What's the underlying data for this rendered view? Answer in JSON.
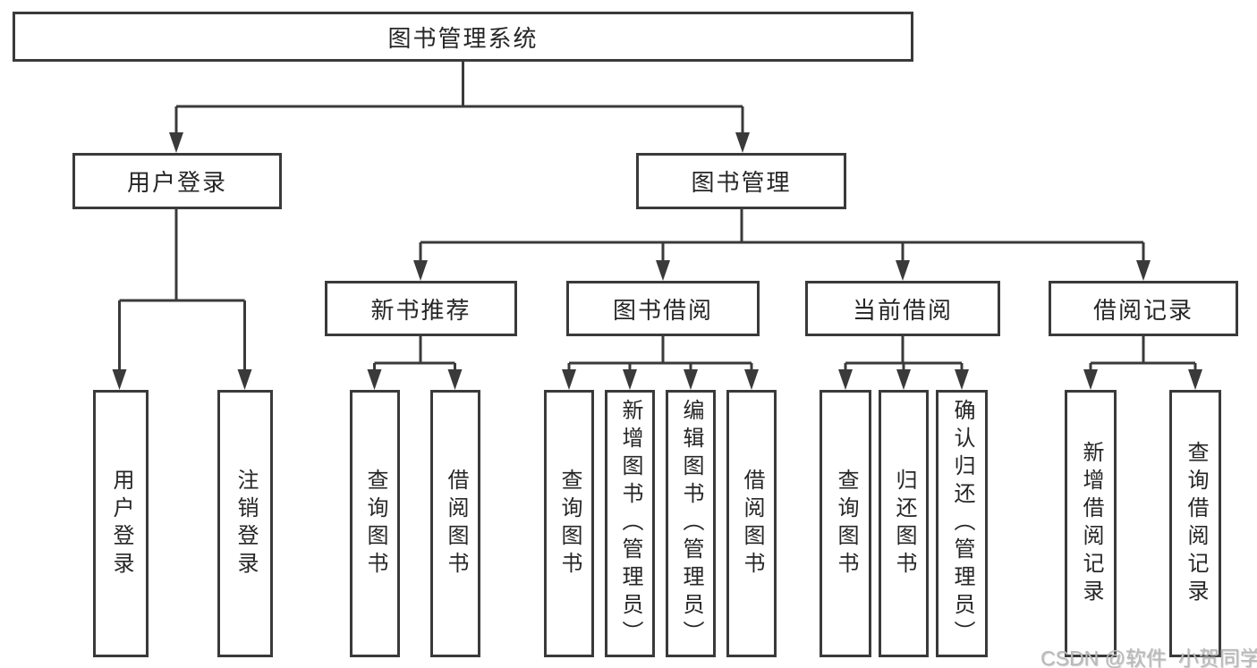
{
  "diagram": {
    "type": "hierarchy-tree",
    "colors": {
      "line": "#3a3a3a",
      "box_border": "#3a3a3a",
      "text": "#262626",
      "background": "#ffffff",
      "watermark_text": "#b9b9b9"
    },
    "tree": {
      "root": "图书管理系统",
      "children": [
        {
          "label": "用户登录",
          "children": [
            {
              "label": "用户登录"
            },
            {
              "label": "注销登录"
            }
          ]
        },
        {
          "label": "图书管理",
          "children": [
            {
              "label": "新书推荐",
              "children": [
                {
                  "label": "查询图书"
                },
                {
                  "label": "借阅图书"
                }
              ]
            },
            {
              "label": "图书借阅",
              "children": [
                {
                  "label": "查询图书"
                },
                {
                  "label": "新增图书（管理员）"
                },
                {
                  "label": "编辑图书（管理员）"
                },
                {
                  "label": "借阅图书"
                }
              ]
            },
            {
              "label": "当前借阅",
              "children": [
                {
                  "label": "查询图书"
                },
                {
                  "label": "归还图书"
                },
                {
                  "label": "确认归还（管理员）"
                }
              ]
            },
            {
              "label": "借阅记录",
              "children": [
                {
                  "label": "新增借阅记录"
                },
                {
                  "label": "查询借阅记录"
                }
              ]
            }
          ]
        }
      ]
    },
    "watermark": {
      "text": "CSDN @软件_小贺同学"
    }
  }
}
